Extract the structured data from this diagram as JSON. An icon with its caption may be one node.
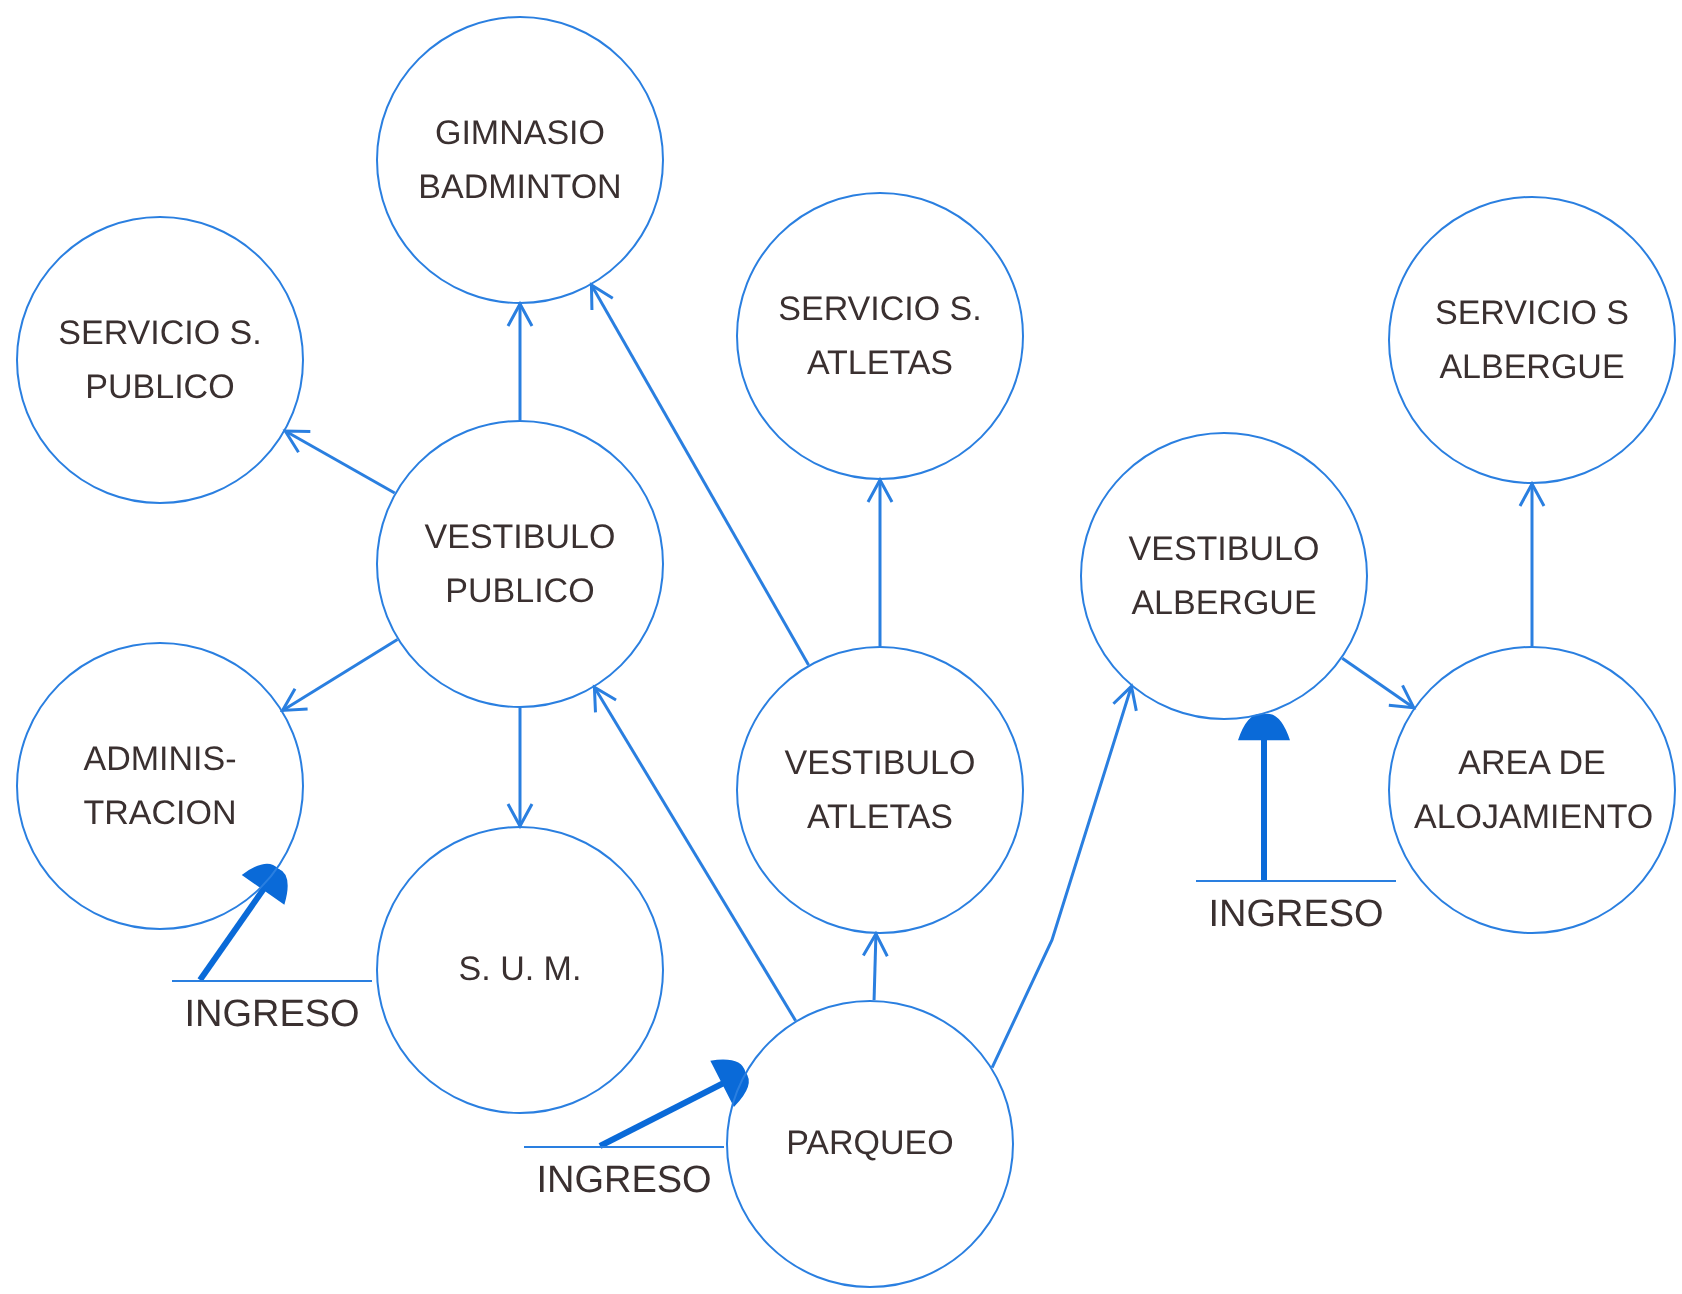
{
  "diagram": {
    "nodes": [
      {
        "text": [
          "GIMNASIO BADMINTON"
        ]
      },
      {
        "text": [
          "SERVICIO S. PUBLICO"
        ]
      },
      {
        "text": [
          "SERVICIO S. ATLETAS"
        ]
      },
      {
        "text": [
          "SERVICIO S ALBERGUE"
        ]
      },
      {
        "text": [
          "VESTIBULO PUBLICO"
        ]
      },
      {
        "text": [
          "VESTIBULO ALBERGUE"
        ]
      },
      {
        "text": [
          "ADMINIS- TRACION"
        ]
      },
      {
        "text": [
          "VESTIBULO ATLETAS"
        ]
      },
      {
        "text": [
          "AREA DE ALOJAMIENTO"
        ]
      },
      {
        "text": [
          "S. U. M."
        ]
      },
      {
        "text": [
          "PARQUEO"
        ]
      },
      {
        "text": [
          "INGRESO"
        ]
      },
      {
        "text": [
          "INGRESO"
        ]
      },
      {
        "text": [
          "INGRESO"
        ]
      }
    ],
    "edges": [
      {
        "from": 4,
        "to": 0,
        "arrow": "to"
      },
      {
        "from": 4,
        "to": 1,
        "arrow": "to"
      },
      {
        "from": 4,
        "to": 6,
        "arrow": "to"
      },
      {
        "from": 4,
        "to": 9,
        "arrow": "to"
      },
      {
        "from": 7,
        "to": 0,
        "arrow": "to"
      },
      {
        "from": 7,
        "to": 2,
        "arrow": "to"
      },
      {
        "from": 10,
        "to": 4,
        "arrow": "to"
      },
      {
        "from": 10,
        "to": 7,
        "arrow": "to"
      },
      {
        "from": 10,
        "to": 5,
        "arrow": "to"
      },
      {
        "from": 5,
        "to": 8,
        "arrow": "to"
      },
      {
        "from": 8,
        "to": 3,
        "arrow": "to"
      },
      {
        "from": 11,
        "to": 6,
        "arrow": "to",
        "style": "thick"
      },
      {
        "from": 12,
        "to": 10,
        "arrow": "to",
        "style": "thick"
      },
      {
        "from": 13,
        "to": 5,
        "arrow": "to",
        "style": "thick"
      }
    ]
  }
}
